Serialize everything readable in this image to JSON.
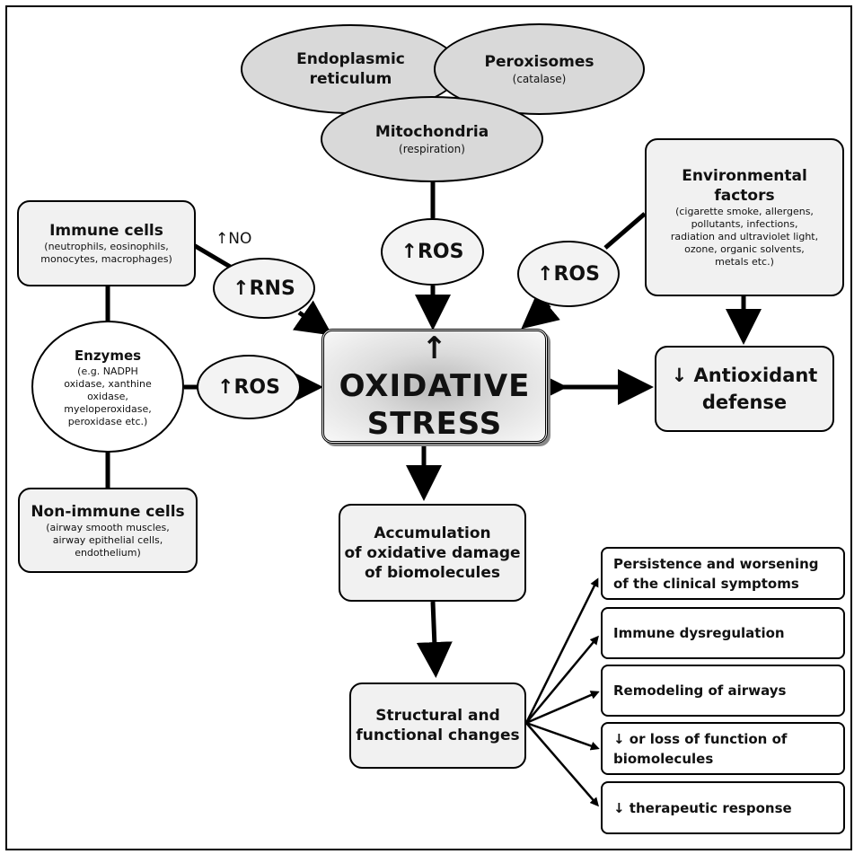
{
  "organelles": {
    "er": {
      "line1": "Endoplasmic",
      "line2": "reticulum"
    },
    "peroxisomes": {
      "title": "Peroxisomes",
      "sub": "(catalase)"
    },
    "mitochondria": {
      "title": "Mitochondria",
      "sub": "(respiration)"
    }
  },
  "environmental": {
    "title1": "Environmental",
    "title2": "factors",
    "details": [
      "(cigarette smoke, allergens,",
      "pollutants, infections,",
      "radiation and ultraviolet light,",
      "ozone, organic solvents,",
      "metals etc.)"
    ]
  },
  "immune_cells": {
    "title": "Immune cells",
    "details": [
      "(neutrophils, eosinophils,",
      "monocytes, macrophages)"
    ]
  },
  "enzymes": {
    "title": "Enzymes",
    "details": [
      "(e.g. NADPH",
      "oxidase, xanthine",
      "oxidase,",
      "myeloperoxidase,",
      "peroxidase etc.)"
    ]
  },
  "non_immune_cells": {
    "title": "Non-immune cells",
    "details": [
      "(airway smooth muscles,",
      "airway epithelial cells,",
      "endothelium)"
    ]
  },
  "species": {
    "no": "↑NO",
    "rns": "↑RNS",
    "ros_top": "↑ROS",
    "ros_right": "↑ROS",
    "ros_left": "↑ROS"
  },
  "oxidative_stress": {
    "line1": "↑ OXIDATIVE",
    "line2": "STRESS"
  },
  "antioxidant": {
    "line1": "↓ Antioxidant",
    "line2": "defense"
  },
  "accumulation": [
    "Accumulation",
    "of oxidative damage",
    "of biomolecules"
  ],
  "structural": [
    "Structural and",
    "functional changes"
  ],
  "outcomes": [
    {
      "line1": "Persistence and worsening",
      "line2": "of the clinical symptoms"
    },
    {
      "line1": "Immune dysregulation",
      "line2": ""
    },
    {
      "line1": "Remodeling of airways",
      "line2": ""
    },
    {
      "line1": "↓ or loss of function of",
      "line2": "biomolecules"
    },
    {
      "line1": "↓ therapeutic response",
      "line2": ""
    }
  ],
  "colors": {
    "ellipse_fill": "#d9d9d9",
    "box_fill": "#f1f1f1",
    "stroke": "#000000"
  }
}
